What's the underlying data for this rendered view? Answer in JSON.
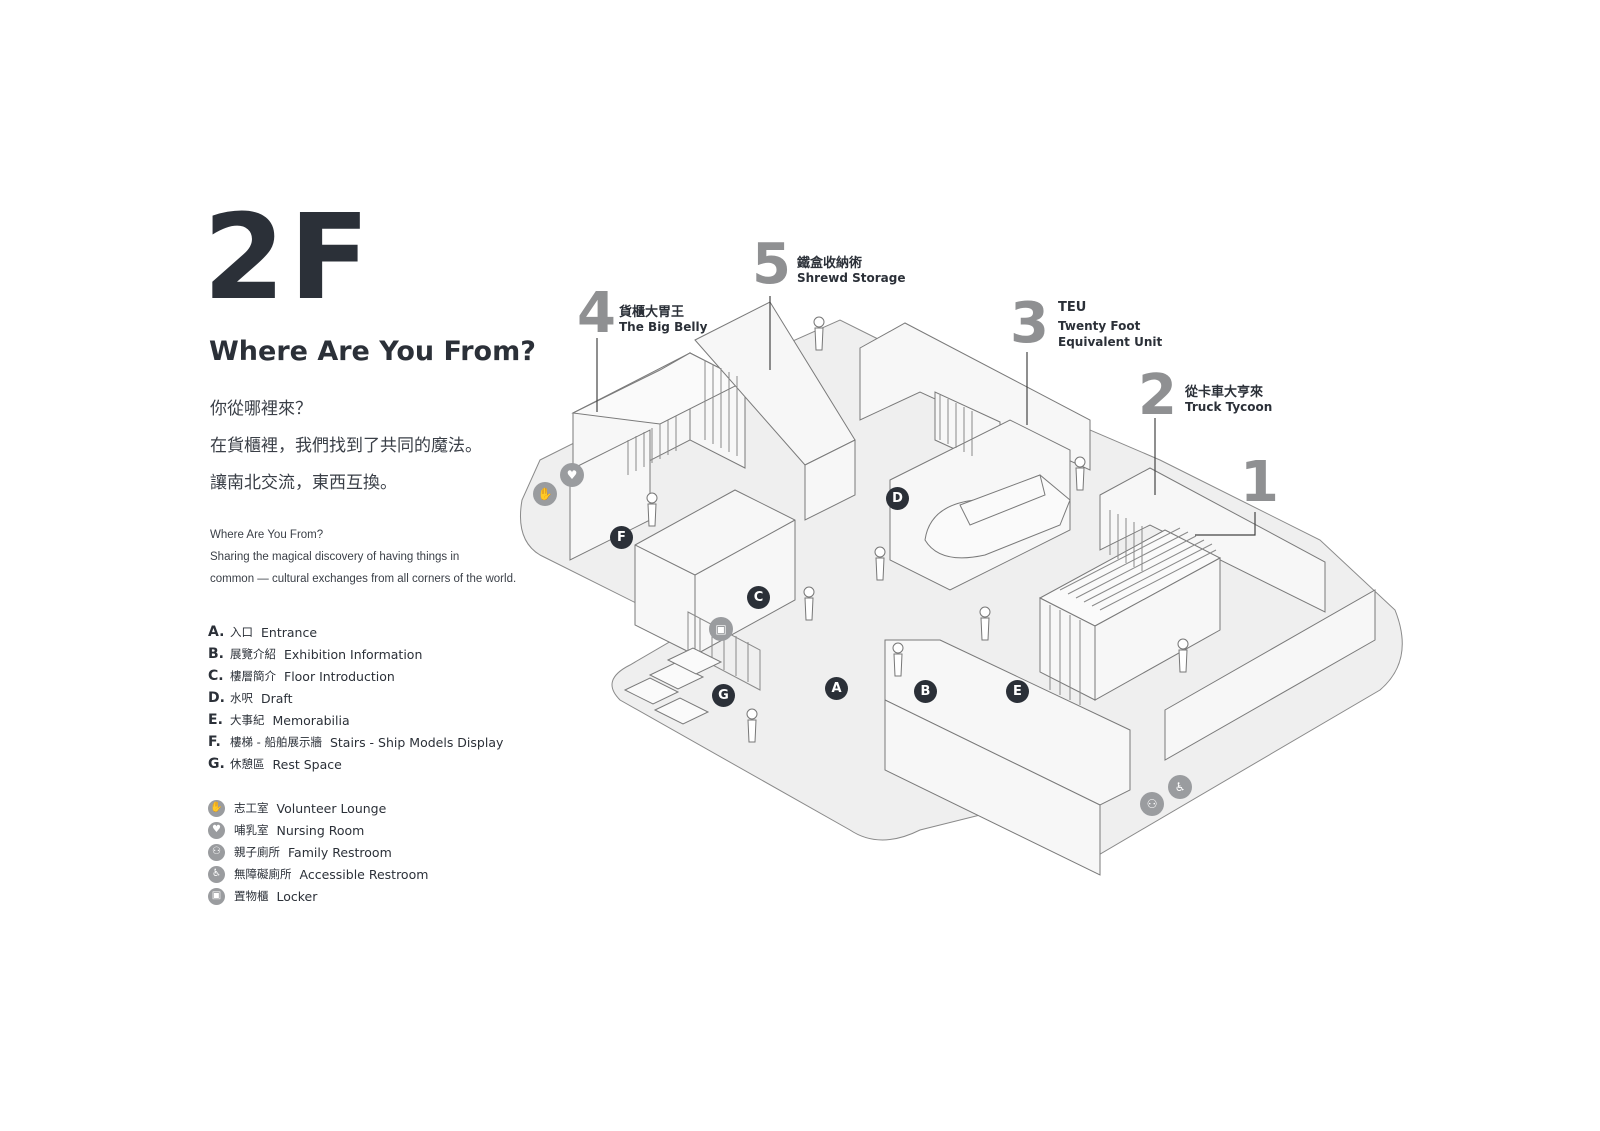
{
  "header": {
    "floor": "2F",
    "subtitle": "Where Are You From?",
    "zh_lines": [
      "你從哪裡來？",
      "在貨櫃裡，我們找到了共同的魔法。",
      "讓南北交流，東西互換。"
    ],
    "en_lines": [
      "Where Are You From?",
      "Sharing the magical discovery of having things in",
      "common — cultural exchanges from all corners of the world."
    ]
  },
  "legend": {
    "points": [
      {
        "letter": "A.",
        "zh": "入口",
        "en": "Entrance"
      },
      {
        "letter": "B.",
        "zh": "展覽介紹",
        "en": "Exhibition Information"
      },
      {
        "letter": "C.",
        "zh": "樓層簡介",
        "en": "Floor Introduction"
      },
      {
        "letter": "D.",
        "zh": "水呎",
        "en": "Draft"
      },
      {
        "letter": "E.",
        "zh": "大事紀",
        "en": "Memorabilia"
      },
      {
        "letter": "F.",
        "zh": "樓梯 - 船舶展示牆",
        "en": "Stairs - Ship Models Display"
      },
      {
        "letter": "G.",
        "zh": "休憩區",
        "en": "Rest Space"
      }
    ],
    "facilities": [
      {
        "icon": "volunteer-icon",
        "glyph": "✋",
        "zh": "志工室",
        "en": "Volunteer Lounge"
      },
      {
        "icon": "nursing-icon",
        "glyph": "♥",
        "zh": "哺乳室",
        "en": "Nursing Room"
      },
      {
        "icon": "family-restroom-icon",
        "glyph": "⚇",
        "zh": "親子廁所",
        "en": "Family Restroom"
      },
      {
        "icon": "accessible-icon",
        "glyph": "♿",
        "zh": "無障礙廁所",
        "en": "Accessible Restroom"
      },
      {
        "icon": "locker-icon",
        "glyph": "▣",
        "zh": "置物櫃",
        "en": "Locker"
      }
    ]
  },
  "zones": [
    {
      "num": "5",
      "zh": "鐵盒收納術",
      "en": "Shrewd Storage"
    },
    {
      "num": "4",
      "zh": "貨櫃大胃王",
      "en": "The Big Belly"
    },
    {
      "num": "3",
      "zh": "TEU",
      "en": "Twenty Foot",
      "en2": "Equivalent Unit"
    },
    {
      "num": "2",
      "zh": "從卡車大亨來",
      "en": "Truck Tycoon"
    },
    {
      "num": "1"
    }
  ],
  "markers": [
    "A",
    "B",
    "C",
    "D",
    "E",
    "F",
    "G"
  ],
  "colors": {
    "ink": "#2b3038",
    "zone_number": "#8f9092",
    "icon_grey": "#9a9c9f",
    "floor_fill": "#efefef",
    "line": "#777777"
  }
}
